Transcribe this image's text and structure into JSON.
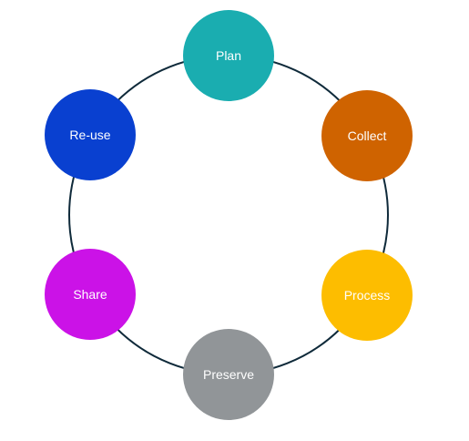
{
  "stages": [
    {
      "label": "Plan",
      "color": "#1aadb0"
    },
    {
      "label": "Collect",
      "color": "#cf6300"
    },
    {
      "label": "Process",
      "color": "#fdbd00"
    },
    {
      "label": "Preserve",
      "color": "#919598"
    },
    {
      "label": "Share",
      "color": "#cb12e7"
    },
    {
      "label": "Re-use",
      "color": "#0940d0"
    }
  ],
  "ring_color": "#0f2a3a"
}
